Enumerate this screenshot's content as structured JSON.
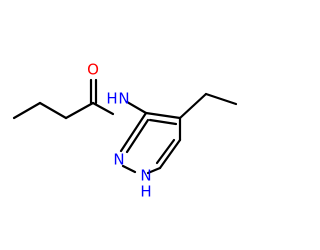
{
  "molecule": {
    "atoms": {
      "O": {
        "label": "O",
        "color": "#ff0000"
      },
      "NH": {
        "label": "H",
        "color": "#0000ff"
      },
      "N_amide": {
        "label": "N",
        "color": "#0000ff"
      },
      "N_ring": {
        "label": "N",
        "color": "#0000ff"
      },
      "NH_ring_N": {
        "label": "N",
        "color": "#0000ff"
      },
      "NH_ring_H": {
        "label": "H",
        "color": "#0000ff"
      }
    },
    "bond_color": "#000000"
  }
}
